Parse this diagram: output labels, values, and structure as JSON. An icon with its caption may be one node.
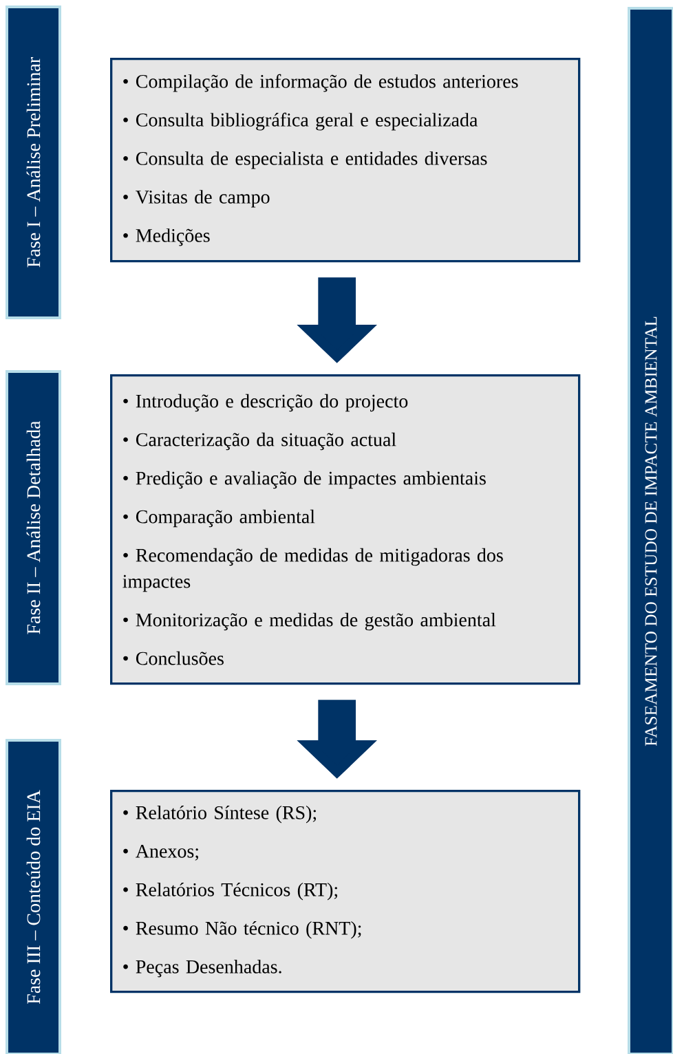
{
  "diagram": {
    "nodes": [
      {
        "text": [
          "Fase I – Análise Preliminar"
        ]
      },
      {
        "text": [
          "• Compilação de informação de estudos anteriores",
          "• Consulta bibliográfica geral e especializada",
          "• Consulta de especialista e entidades diversas",
          "• Visitas de campo",
          "• Medições"
        ]
      },
      {
        "text": [
          "Fase II – Análise Detalhada"
        ]
      },
      {
        "text": [
          "• Introdução e descrição do projecto",
          "• Caracterização da situação actual",
          "• Predição e avaliação de impactes ambientais",
          "• Comparação ambiental",
          "• Recomendação de medidas de mitigadoras dos impactes",
          "• Monitorização e medidas de gestão ambiental",
          "• Conclusões"
        ]
      },
      {
        "text": [
          "Fase III – Conteúdo do EIA"
        ]
      },
      {
        "text": [
          "• Relatório Síntese (RS);",
          "• Anexos;",
          "• Relatórios Técnicos (RT);",
          "• Resumo Não técnico (RNT);",
          "• Peças Desenhadas."
        ]
      },
      {
        "text": [
          "FASEAMENTO DO ESTUDO DE IMPACTE AMBIENTAL"
        ]
      }
    ],
    "edges": [
      {
        "from": 1,
        "to": 3,
        "arrow": "to"
      },
      {
        "from": 3,
        "to": 5,
        "arrow": "to"
      }
    ]
  }
}
